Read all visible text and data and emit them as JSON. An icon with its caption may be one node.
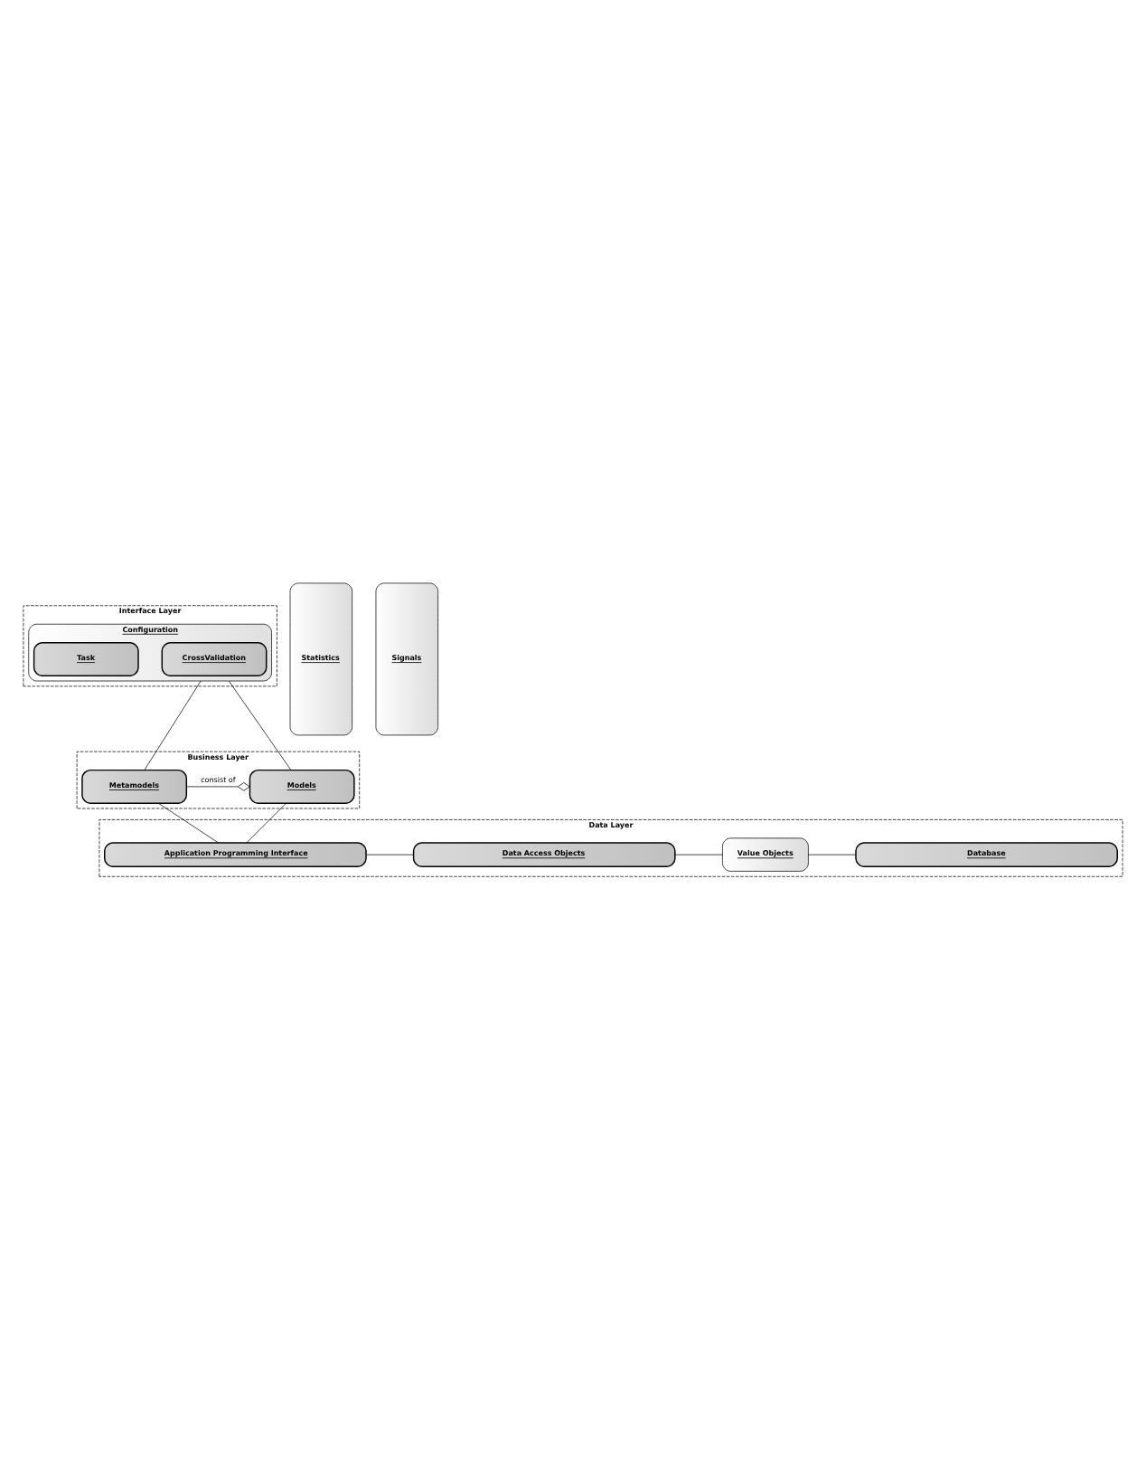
{
  "diagram": {
    "nodes": [
      {
        "text": [
          "Interface Layer"
        ]
      },
      {
        "text": [
          "Statistics"
        ]
      },
      {
        "text": [
          "Signals"
        ]
      },
      {
        "text": [
          "Configuration"
        ],
        "in": 0
      },
      {
        "text": [
          "CrossValidation"
        ],
        "in": 3
      },
      {
        "text": [
          "Task"
        ],
        "in": 3
      },
      {
        "text": [
          "Business Layer"
        ]
      },
      {
        "text": [
          "Metamodels"
        ],
        "in": 6
      },
      {
        "text": [
          "Models"
        ],
        "in": 6
      },
      {
        "text": [
          "Data Layer"
        ]
      },
      {
        "text": [
          "Application Programming Interface"
        ],
        "in": 9
      },
      {
        "text": [
          "Data Access Objects"
        ],
        "in": 9
      },
      {
        "text": [
          "Value Objects"
        ],
        "in": 9
      },
      {
        "text": [
          "Database"
        ],
        "in": 9
      }
    ],
    "edges": [
      {
        "from": 3,
        "to": 7,
        "arrow": "none"
      },
      {
        "from": 3,
        "to": 8,
        "arrow": "none"
      },
      {
        "from": 7,
        "to": 8,
        "arrow": "other",
        "label": "consist of"
      },
      {
        "from": 7,
        "to": 10,
        "arrow": "none"
      },
      {
        "from": 8,
        "to": 10,
        "arrow": "none"
      },
      {
        "from": 10,
        "to": 11,
        "arrow": "none"
      },
      {
        "from": 11,
        "to": 12,
        "arrow": "none"
      },
      {
        "from": 12,
        "to": 13,
        "arrow": "none"
      }
    ]
  }
}
